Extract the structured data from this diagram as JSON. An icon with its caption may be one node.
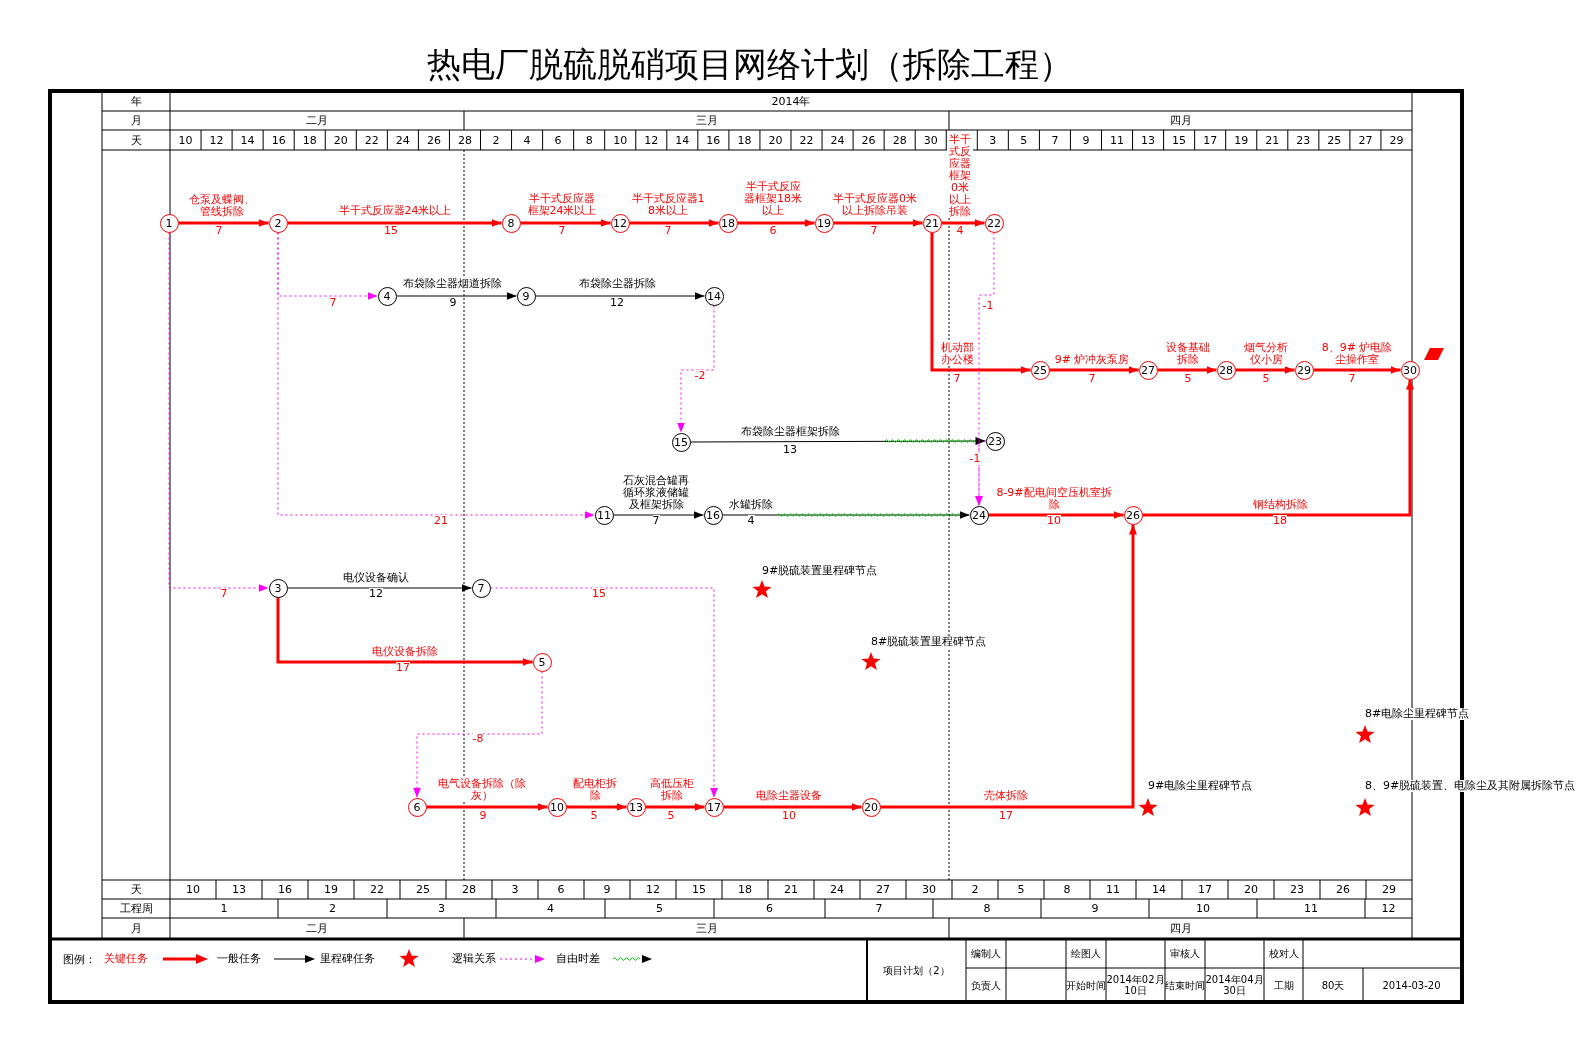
{
  "diagram": {
    "title": "热电厂脱硫脱硝项目网络计划（拆除工程）",
    "nodes": [
      {
        "text": [
          "1"
        ]
      },
      {
        "text": [
          "2"
        ]
      },
      {
        "text": [
          "3"
        ]
      },
      {
        "text": [
          "4"
        ]
      },
      {
        "text": [
          "5"
        ]
      },
      {
        "text": [
          "6"
        ]
      },
      {
        "text": [
          "7"
        ]
      },
      {
        "text": [
          "8"
        ]
      },
      {
        "text": [
          "9"
        ]
      },
      {
        "text": [
          "10"
        ]
      },
      {
        "text": [
          "11"
        ]
      },
      {
        "text": [
          "12"
        ]
      },
      {
        "text": [
          "13"
        ]
      },
      {
        "text": [
          "14"
        ]
      },
      {
        "text": [
          "15"
        ]
      },
      {
        "text": [
          "16"
        ]
      },
      {
        "text": [
          "17"
        ]
      },
      {
        "text": [
          "18"
        ]
      },
      {
        "text": [
          "19"
        ]
      },
      {
        "text": [
          "20"
        ]
      },
      {
        "text": [
          "21"
        ]
      },
      {
        "text": [
          "22"
        ]
      },
      {
        "text": [
          "23"
        ]
      },
      {
        "text": [
          "24"
        ]
      },
      {
        "text": [
          "25"
        ]
      },
      {
        "text": [
          "26"
        ]
      },
      {
        "text": [
          "27"
        ]
      },
      {
        "text": [
          "28"
        ]
      },
      {
        "text": [
          "29"
        ]
      },
      {
        "text": [
          "30"
        ]
      }
    ],
    "edges": [
      {
        "from": 0,
        "to": 1,
        "arrow": "to",
        "label": "仓泵及蝶阀、管线拆除"
      },
      {
        "from": 1,
        "to": 7,
        "arrow": "to",
        "label": "半干式反应器24米以上"
      },
      {
        "from": 7,
        "to": 11,
        "arrow": "to",
        "label": "半干式反应器框架24米以上"
      },
      {
        "from": 11,
        "to": 17,
        "arrow": "to",
        "label": "半干式反应器18米以上"
      },
      {
        "from": 17,
        "to": 18,
        "arrow": "to",
        "label": "半干式反应器框架18米以上"
      },
      {
        "from": 18,
        "to": 20,
        "arrow": "to",
        "label": "半干式反应器0米以上拆除吊装"
      },
      {
        "from": 20,
        "to": 21,
        "arrow": "to",
        "label": "半干式反应器框架0米以上拆除"
      },
      {
        "from": 20,
        "to": 24,
        "arrow": "to",
        "label": "机动部办公楼"
      },
      {
        "from": 24,
        "to": 26,
        "arrow": "to",
        "label": "9# 炉冲灰泵房"
      },
      {
        "from": 26,
        "to": 27,
        "arrow": "to",
        "label": "设备基础拆除"
      },
      {
        "from": 27,
        "to": 28,
        "arrow": "to",
        "label": "烟气分析仪小房"
      },
      {
        "from": 28,
        "to": 29,
        "arrow": "to",
        "label": "8、9# 炉电除尘操作室"
      },
      {
        "from": 1,
        "to": 3,
        "arrow": "to",
        "style": "dashed",
        "color": "#ff00ff"
      },
      {
        "from": 3,
        "to": 8,
        "arrow": "to",
        "label": "布袋除尘器烟道拆除",
        "color": "#000000"
      },
      {
        "from": 8,
        "to": 13,
        "arrow": "to",
        "label": "布袋除尘器拆除",
        "color": "#000000"
      },
      {
        "from": 13,
        "to": 14,
        "arrow": "to",
        "style": "dashed",
        "color": "#ff00ff"
      },
      {
        "from": 14,
        "to": 22,
        "arrow": "to",
        "label": "布袋除尘器框架拆除",
        "color": "#000000"
      },
      {
        "from": 1,
        "to": 10,
        "arrow": "to",
        "style": "dashed",
        "color": "#ff00ff"
      },
      {
        "from": 10,
        "to": 15,
        "arrow": "to",
        "label": "石灰混合罐再循环浆液储罐及框架拆除",
        "color": "#000000"
      },
      {
        "from": 15,
        "to": 23,
        "arrow": "to",
        "label": "水罐拆除",
        "color": "#000000"
      },
      {
        "from": 21,
        "to": 23,
        "arrow": "to",
        "style": "dashed",
        "color": "#ff00ff"
      },
      {
        "from": 22,
        "to": 23,
        "arrow": "to",
        "style": "dashed",
        "color": "#ff00ff"
      },
      {
        "from": 0,
        "to": 2,
        "arrow": "to",
        "style": "dashed",
        "color": "#ff00ff"
      },
      {
        "from": 2,
        "to": 6,
        "arrow": "to",
        "label": "电仪设备确认",
        "color": "#000000"
      },
      {
        "from": 6,
        "to": 16,
        "arrow": "to",
        "style": "dashed",
        "color": "#ff00ff"
      },
      {
        "from": 2,
        "to": 4,
        "arrow": "to",
        "label": "电仪设备拆除"
      },
      {
        "from": 4,
        "to": 5,
        "arrow": "to",
        "style": "dashed",
        "color": "#ff00ff"
      },
      {
        "from": 5,
        "to": 9,
        "arrow": "to",
        "label": "电气设备拆除（除灰）"
      },
      {
        "from": 9,
        "to": 12,
        "arrow": "to",
        "label": "配电柜拆除"
      },
      {
        "from": 12,
        "to": 16,
        "arrow": "to",
        "label": "高低压柜拆除"
      },
      {
        "from": 16,
        "to": 19,
        "arrow": "to",
        "label": "电除尘器设备"
      },
      {
        "from": 19,
        "to": 25,
        "arrow": "to",
        "label": "壳体拆除"
      },
      {
        "from": 23,
        "to": 25,
        "arrow": "to",
        "label": "8-9#配电间空压机室拆除"
      },
      {
        "from": 25,
        "to": 29,
        "arrow": "to",
        "label": "钢结构拆除"
      }
    ],
    "labels": [
      "年",
      "2014年",
      "月",
      "二月",
      "三月",
      "四月",
      "天",
      "10",
      "12",
      "14",
      "16",
      "18",
      "20",
      "22",
      "24",
      "26",
      "28",
      "2",
      "4",
      "6",
      "8",
      "10",
      "12",
      "14",
      "16",
      "18",
      "20",
      "22",
      "24",
      "26",
      "28",
      "30",
      "3",
      "5",
      "7",
      "9",
      "11",
      "13",
      "15",
      "17",
      "19",
      "21",
      "23",
      "25",
      "27",
      "29",
      "7",
      "15",
      "7",
      "7",
      "6",
      "7",
      "4",
      "7",
      "7",
      "5",
      "5",
      "7",
      "7",
      "9",
      "12",
      "-2",
      "13",
      "21",
      "7",
      "4",
      "-1",
      "-1",
      "7",
      "12",
      "15",
      "17",
      "-8",
      "9",
      "5",
      "5",
      "10",
      "17",
      "10",
      "18",
      "9#脱硫装置里程碑节点",
      "8#脱硫装置里程碑节点",
      "8#电除尘里程碑节点",
      "9#电除尘里程碑节点",
      "8、9#脱硫装置、电除尘及其附属拆除节点",
      "天",
      "10",
      "13",
      "16",
      "19",
      "22",
      "25",
      "28",
      "3",
      "6",
      "9",
      "12",
      "15",
      "18",
      "21",
      "24",
      "27",
      "30",
      "2",
      "5",
      "8",
      "11",
      "14",
      "17",
      "20",
      "23",
      "26",
      "29",
      "工程周",
      "1",
      "2",
      "3",
      "4",
      "5",
      "6",
      "7",
      "8",
      "9",
      "10",
      "11",
      "12",
      "月",
      "二月",
      "三月",
      "四月",
      "图例：",
      "项目计划（2）",
      "编制人",
      "绘图人",
      "审核人",
      "校对人",
      "负责人",
      "开始时间",
      "2014年02月10日",
      "结束时间",
      "2014年04月30日",
      "工期",
      "80天",
      "2014-03-20"
    ],
    "legend": [
      {
        "text": "关键任务"
      },
      {
        "text": "一般任务"
      },
      {
        "text": "里程碑任务"
      },
      {
        "text": "逻辑关系"
      },
      {
        "text": "自由时差"
      }
    ]
  }
}
